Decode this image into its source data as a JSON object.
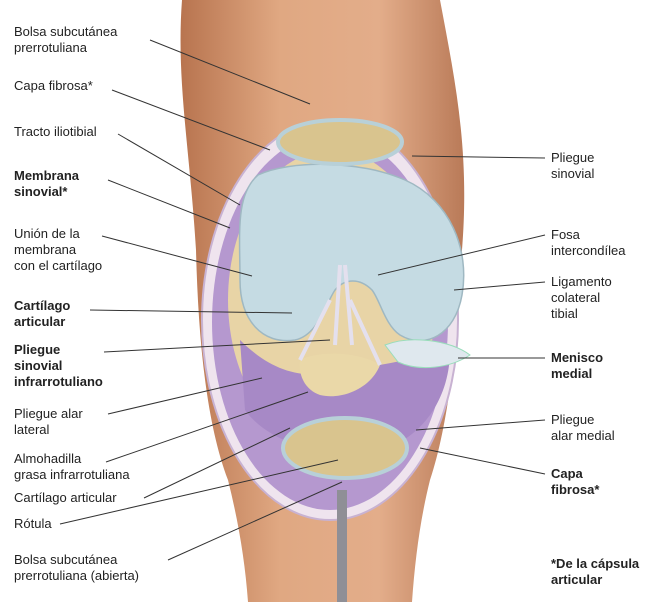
{
  "left_labels": [
    {
      "id": "bolsa-subcutanea-prerrotuliana",
      "text": "Bolsa subcutánea\nprerrotuliana",
      "bold": false
    },
    {
      "id": "capa-fibrosa-top",
      "text": "Capa fibrosa*",
      "bold": false
    },
    {
      "id": "tracto-iliotibial",
      "text": "Tracto iliotibial",
      "bold": false
    },
    {
      "id": "membrana-sinovial",
      "text": "Membrana\nsinovial*",
      "bold": true
    },
    {
      "id": "union-membrana-cartilago",
      "text": "Unión de la\nmembrana\ncon el cartílago",
      "bold": false
    },
    {
      "id": "cartilago-articular-left",
      "text": "Cartílago\narticular",
      "bold": true
    },
    {
      "id": "pliegue-sinovial-infrarrotuliano",
      "text": "Pliegue\nsinovial\ninfrarrotuliano",
      "bold": true
    },
    {
      "id": "pliegue-alar-lateral",
      "text": "Pliegue alar\nlateral",
      "bold": false
    },
    {
      "id": "almohadilla-grasa",
      "text": "Almohadilla\ngrasa infrarrotuliana",
      "bold": false
    },
    {
      "id": "cartilago-articular-bottom",
      "text": "Cartílago articular",
      "bold": false
    },
    {
      "id": "rotula",
      "text": "Rótula",
      "bold": false
    },
    {
      "id": "bolsa-subcutanea-abierta",
      "text": "Bolsa subcutánea\nprerrotuliana (abierta)",
      "bold": false
    }
  ],
  "right_labels": [
    {
      "id": "pliegue-sinovial",
      "text": "Pliegue\nsinovial",
      "bold": false
    },
    {
      "id": "fosa-intercondilea",
      "text": "Fosa\nintercondílea",
      "bold": false
    },
    {
      "id": "ligamento-colateral-tibial",
      "text": "Ligamento\ncolateral\ntibial",
      "bold": false
    },
    {
      "id": "menisco-medial",
      "text": "Menisco\nmedial",
      "bold": true
    },
    {
      "id": "pliegue-alar-medial",
      "text": "Pliegue\nalar medial",
      "bold": false
    },
    {
      "id": "capa-fibrosa-right",
      "text": "Capa\nfibrosa*",
      "bold": true
    }
  ],
  "footnote": "*De la cápsula\narticular",
  "colors": {
    "skin": "#d9a07c",
    "skin_dark": "#b9785a",
    "synovial": "#a78ac8",
    "cartilage": "#c9dfe6",
    "bone": "#e6cf9a",
    "capsule_edge": "#efe6f2",
    "leader": "#333333"
  }
}
